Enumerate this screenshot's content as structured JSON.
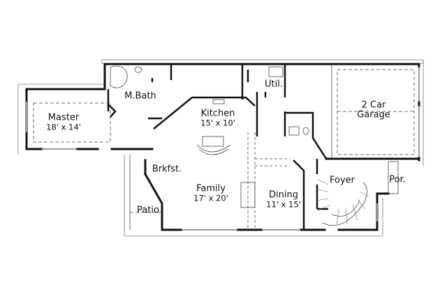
{
  "plan": {
    "type": "floor-plan",
    "rooms": [
      {
        "id": "master",
        "name": "Master",
        "dimensions": "18' x 14'"
      },
      {
        "id": "mbath",
        "name": "M.Bath",
        "dimensions": ""
      },
      {
        "id": "kitchen",
        "name": "Kitchen",
        "dimensions": "15' x 10'"
      },
      {
        "id": "util",
        "name": "Util.",
        "dimensions": ""
      },
      {
        "id": "garage",
        "name": "2 Car",
        "name2": "Garage",
        "dimensions": ""
      },
      {
        "id": "brkfst",
        "name": "Brkfst.",
        "dimensions": ""
      },
      {
        "id": "family",
        "name": "Family",
        "dimensions": "17' x 20'"
      },
      {
        "id": "dining",
        "name": "Dining",
        "dimensions": "11' x 15'"
      },
      {
        "id": "foyer",
        "name": "Foyer",
        "dimensions": ""
      },
      {
        "id": "porch",
        "name": "Por.",
        "dimensions": ""
      },
      {
        "id": "patio",
        "name": "Patio",
        "dimensions": ""
      }
    ],
    "colors": {
      "wall": "#111111",
      "thin_line": "#555555",
      "window": "#9a9a9a",
      "background": "#ffffff"
    }
  }
}
